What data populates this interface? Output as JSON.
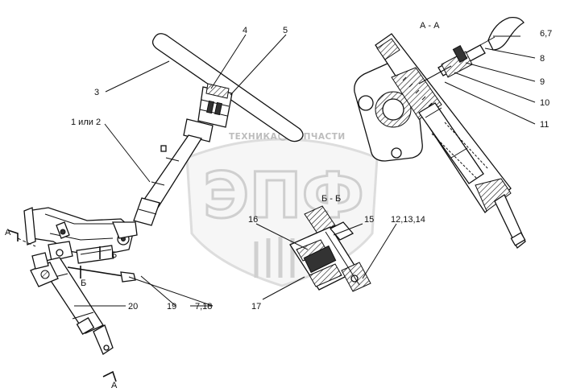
{
  "watermark": {
    "logo_text": "ЭПФ",
    "caption_left": "ТЕХНИКА",
    "caption_right": "ЗАПЧАСТИ"
  },
  "sections": {
    "view_aa_title": "А - А",
    "view_bb_title": "Б - Б",
    "cut_a_top": "А",
    "cut_a_bottom": "А",
    "cut_b_top": "Б",
    "cut_b_bottom": "Б"
  },
  "callouts": [
    {
      "id": "c3",
      "text": "3"
    },
    {
      "id": "c4",
      "text": "4"
    },
    {
      "id": "c5",
      "text": "5"
    },
    {
      "id": "c1",
      "text": "1 или 2"
    },
    {
      "id": "c20",
      "text": "20"
    },
    {
      "id": "c19",
      "text": "19"
    },
    {
      "id": "c718",
      "text": "7,18"
    },
    {
      "id": "c16",
      "text": "16"
    },
    {
      "id": "c15",
      "text": "15"
    },
    {
      "id": "c17",
      "text": "17"
    },
    {
      "id": "c121314",
      "text": "12,13,14"
    },
    {
      "id": "c67",
      "text": "6,7"
    },
    {
      "id": "c8",
      "text": "8"
    },
    {
      "id": "c9",
      "text": "9"
    },
    {
      "id": "c10",
      "text": "10"
    },
    {
      "id": "c11",
      "text": "11"
    }
  ],
  "colors": {
    "line": "#111111",
    "watermark": "#cfcfcf",
    "background": "#ffffff"
  }
}
